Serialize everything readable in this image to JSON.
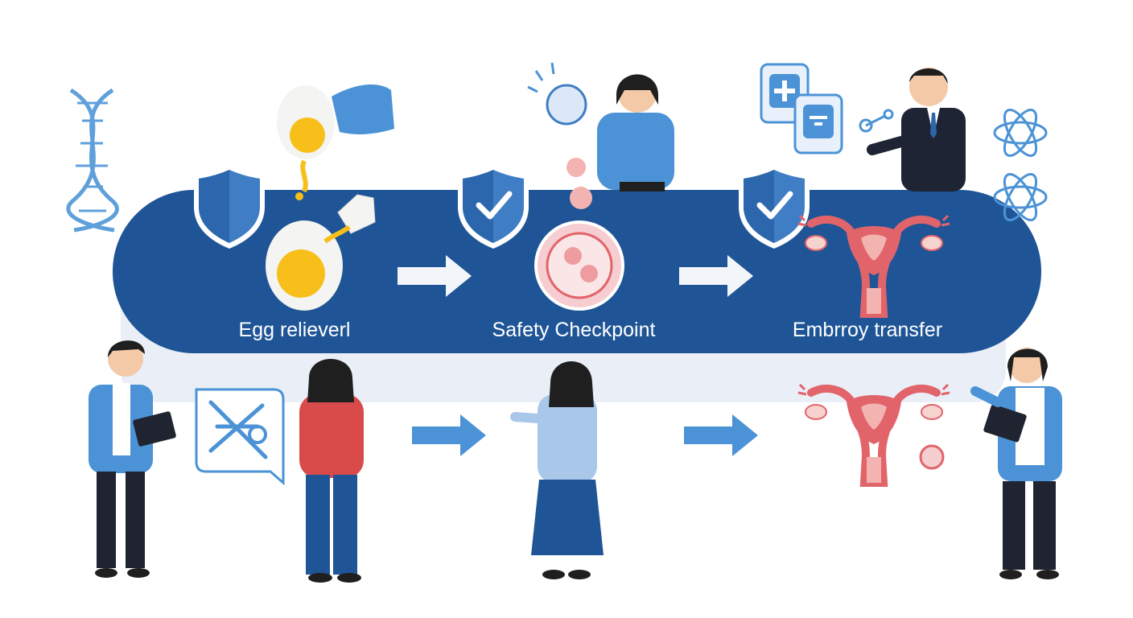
{
  "stages": [
    {
      "label": "Egg relieverl",
      "icon": "egg-retrieval-icon",
      "checked": false
    },
    {
      "label": "Safety Checkpoint",
      "icon": "embryo-dish-icon",
      "checked": true
    },
    {
      "label": "Embrroy transfer",
      "icon": "uterus-icon",
      "checked": true
    }
  ],
  "colors": {
    "band": "#1f5596",
    "band_shadow": "#e9eef7",
    "shield": "#3f7dc4",
    "arrow_light": "#f2f5fa",
    "arrow_blue": "#4b93d6",
    "uterus": "#e2646b",
    "yolk": "#f8bf1b"
  }
}
